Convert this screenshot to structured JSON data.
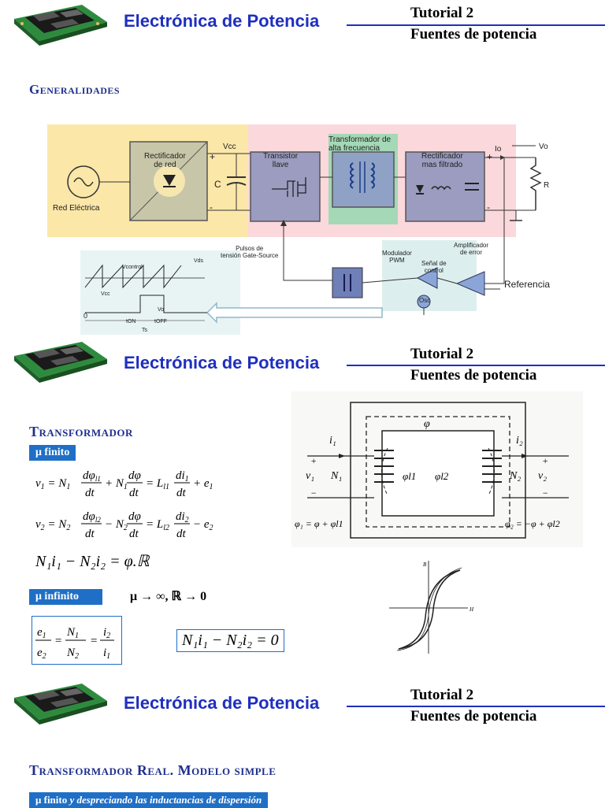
{
  "headers": [
    {
      "brand": "Electrónica de Potencia",
      "tutorial": "Tutorial 2",
      "subtitle": "Fuentes de potencia"
    },
    {
      "brand": "Electrónica de Potencia",
      "tutorial": "Tutorial 2",
      "subtitle": "Fuentes de potencia"
    },
    {
      "brand": "Electrónica de Potencia",
      "tutorial": "Tutorial 2",
      "subtitle": "Fuentes de potencia"
    }
  ],
  "section1": {
    "title": "Generalidades",
    "diagram": {
      "red": "Red Eléctrica",
      "rect1": "Rectificador\nde red",
      "vcc": "Vcc",
      "c": "C",
      "plus": "+",
      "minus": "-",
      "transistor": "Transistor\nllave",
      "transformer": "Transformador de\nalta frecuencia",
      "rect2": "Rectificador\nmas filtrado",
      "io": "Io",
      "vo": "Vo",
      "r": "R",
      "pulsos": "Pulsos de\ntensión Gate-Source",
      "modulador": "Modulador\nPWM",
      "senal": "Señal de\ncontrol",
      "amplificador": "Amplificador\nde error",
      "referencia": "Referencia",
      "osc": "Osc",
      "wave_vcontrol": "Vcontrol",
      "wave_vds": "Vds",
      "wave_vcc": "Vcc",
      "wave_vo": "Vo",
      "wave_ton": "tON",
      "wave_toff": "tOFF",
      "wave_ts": "Ts",
      "wave_zero": "0"
    }
  },
  "section2": {
    "title": "Transformador",
    "badge_finite": "μ finito",
    "badge_infinite": "μ infinito",
    "eq_inf": "μ → ∞, ℝ → 0",
    "eq_ni": "N₁i₁ − N₂i₂ = φ.ℝ",
    "eq_ni0": "N₁i₁ − N₂i₂ = 0",
    "core": {
      "i1": "i₁",
      "i2": "i₂",
      "phi": "φ",
      "v1": "v₁",
      "v2": "v₂",
      "n1": "N₁",
      "n2": "N₂",
      "phil1": "φl1",
      "phil2": "φl2",
      "plus": "+",
      "minus": "−",
      "phi1": "φ₁ = φ + φl1",
      "phi2": "φ₂ = −φ + φl2",
      "b_axis": "B",
      "h_axis": "H"
    }
  },
  "section3": {
    "title": "Transformador Real. Modelo simple",
    "badge_bold": "μ finito",
    "badge_italic": " y despreciando las inductancias de dispersión"
  },
  "colors": {
    "brand": "#1f2fbf",
    "badge": "#1f6fc6",
    "yellow": "#fbe7a8",
    "pink": "#fbd8dc",
    "purple": "#8f8fb4",
    "green": "#9fd6b4"
  }
}
